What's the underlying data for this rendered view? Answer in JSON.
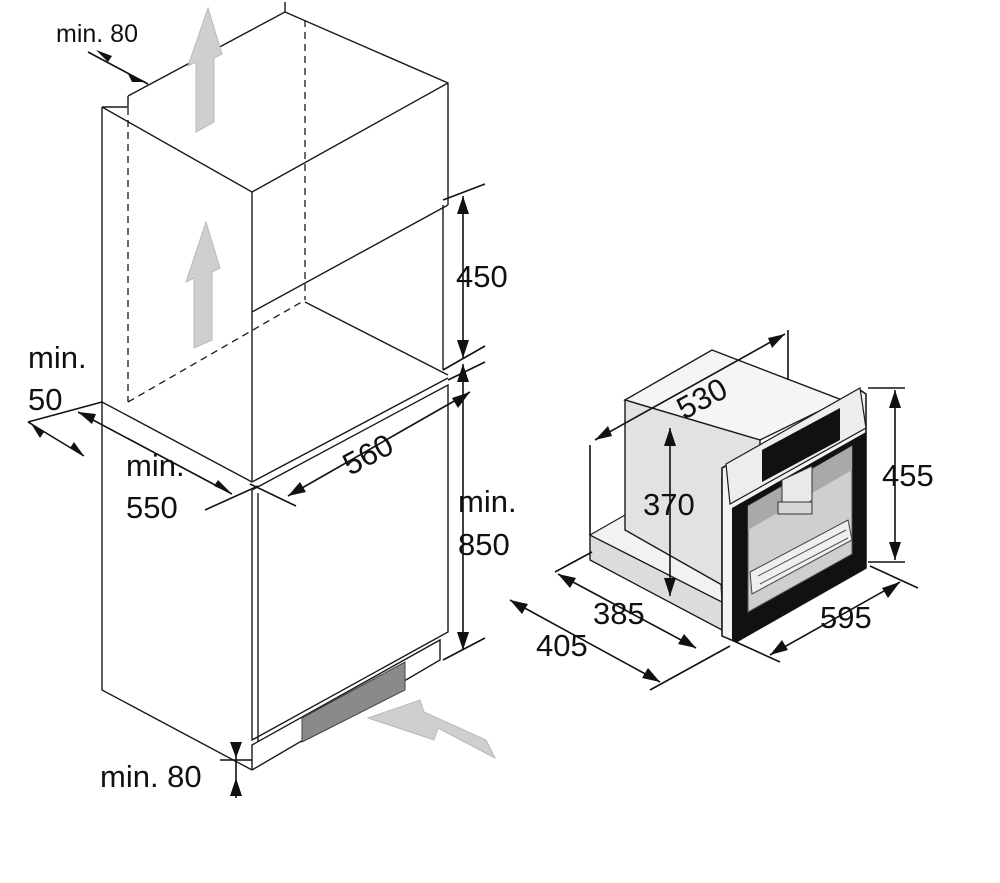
{
  "labels": {
    "top_gap": "min. 80",
    "niche_height": "450",
    "side_gap_a": "min.",
    "side_gap_b": "50",
    "depth_a": "min.",
    "depth_b": "550",
    "width": "560",
    "floor_a": "min.",
    "floor_b": "850",
    "bottom_gap": "min. 80",
    "app_depth": "530",
    "app_inner_h": "370",
    "app_height": "455",
    "app_d1": "385",
    "app_d2": "405",
    "app_width": "595"
  },
  "colors": {
    "lines": "#1a1a1a",
    "airflow_arrows": "#cfcfcf",
    "appliance_panel": "#e4e4e4",
    "appliance_dark": "#111111"
  }
}
